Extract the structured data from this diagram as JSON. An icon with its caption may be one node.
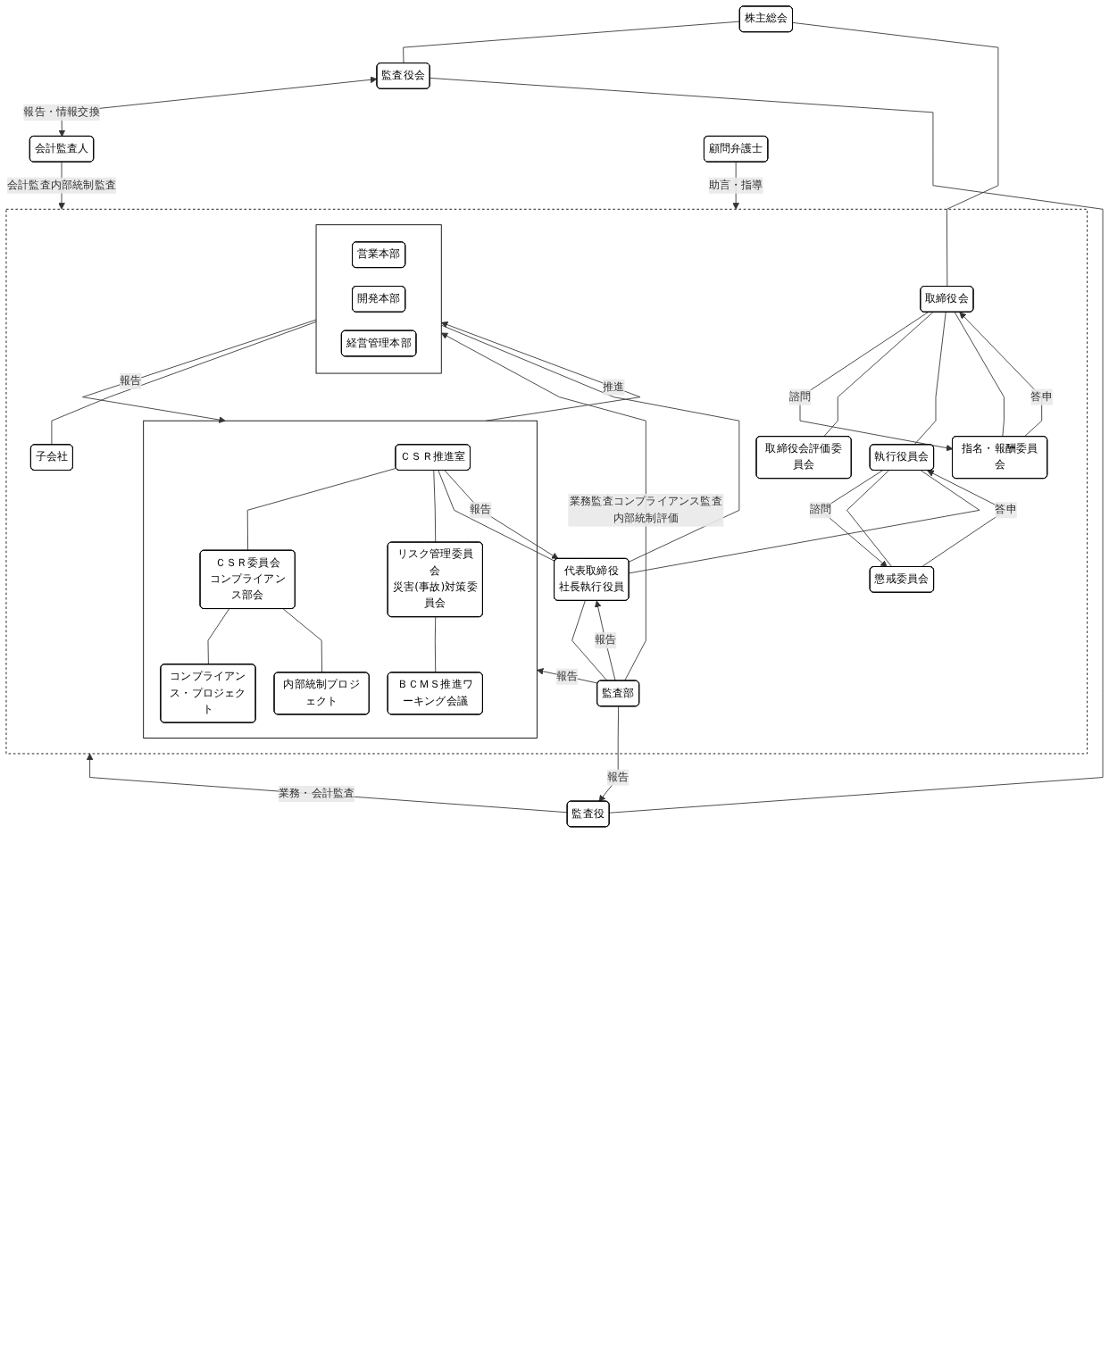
{
  "diagram": {
    "nodes": [
      {
        "text": [
          "株主総会"
        ]
      },
      {
        "text": [
          "監査役会"
        ]
      },
      {
        "text": [
          "会計監査人"
        ]
      },
      {
        "text": [
          "顧問弁護士"
        ]
      },
      {
        "text": [
          "監査役"
        ]
      },
      {
        "text": [],
        "shape": "box"
      },
      {
        "text": [
          "指名・報酬委員会"
        ],
        "in": 5
      },
      {
        "text": [
          "取締役会"
        ],
        "in": 5
      },
      {
        "text": [
          "取締役会評価委員会"
        ],
        "in": 5
      },
      {
        "text": [
          "執行役員会"
        ],
        "in": 5
      },
      {
        "text": [
          "懲戒委員会"
        ],
        "in": 5
      },
      {
        "text": [
          "代表取締役",
          "社長執行役員"
        ],
        "in": 5
      },
      {
        "text": [],
        "shape": "box",
        "in": 5
      },
      {
        "text": [
          "ＣＳＲ推進室"
        ],
        "in": 12
      },
      {
        "text": [
          "ＣＳＲ委員会",
          "コンプライアンス部会"
        ],
        "in": 12
      },
      {
        "text": [
          "リスク管理委員会",
          "災害(事故)対策委員会"
        ],
        "in": 12
      },
      {
        "text": [
          "コンプライアンス・プロジェクト"
        ],
        "in": 12
      },
      {
        "text": [
          "内部統制プロジェクト"
        ],
        "in": 12
      },
      {
        "text": [
          "ＢＣＭＳ推進ワーキング会議"
        ],
        "in": 12
      },
      {
        "text": [
          "監査部"
        ],
        "in": 5
      },
      {
        "text": [],
        "shape": "box",
        "in": 5
      },
      {
        "text": [
          "営業本部"
        ],
        "in": 20
      },
      {
        "text": [
          "開発本部"
        ],
        "in": 20
      },
      {
        "text": [
          "経営管理本部"
        ],
        "in": 20
      },
      {
        "text": [
          "子会社"
        ],
        "in": 5
      }
    ],
    "edges": [
      {
        "from": 0,
        "to": 1,
        "arrow": "none"
      },
      {
        "from": 1,
        "to": 2,
        "arrow": "both",
        "label": "報告・情報交換"
      },
      {
        "from": 1,
        "to": 4,
        "arrow": "none"
      },
      {
        "from": 4,
        "to": 5,
        "arrow": "to",
        "label": "業務・会計監査"
      },
      {
        "from": 2,
        "to": 5,
        "arrow": "to",
        "label": "会計監査内部統制監査"
      },
      {
        "from": 3,
        "to": 5,
        "arrow": "to",
        "label": "助言・指導"
      },
      {
        "from": 0,
        "to": 7,
        "arrow": "none"
      },
      {
        "from": 7,
        "to": 6,
        "arrow": "to",
        "label": "諮問"
      },
      {
        "from": 6,
        "to": 7,
        "arrow": "none"
      },
      {
        "from": 6,
        "to": 7,
        "arrow": "to",
        "label": "答申"
      },
      {
        "from": 7,
        "to": 8,
        "arrow": "none"
      },
      {
        "from": 7,
        "to": 9,
        "arrow": "none"
      },
      {
        "from": 9,
        "to": 10,
        "arrow": "to",
        "label": "諮問"
      },
      {
        "from": 9,
        "to": 10,
        "arrow": "none"
      },
      {
        "from": 10,
        "to": 9,
        "arrow": "to",
        "label": "答申"
      },
      {
        "from": 9,
        "to": 11,
        "arrow": "none"
      },
      {
        "from": 11,
        "to": 19,
        "arrow": "none"
      },
      {
        "from": 19,
        "to": 11,
        "arrow": "to",
        "label": "報告"
      },
      {
        "from": 19,
        "to": 4,
        "arrow": "to",
        "label": "報告"
      },
      {
        "from": 19,
        "to": 12,
        "arrow": "to",
        "label": "報告"
      },
      {
        "from": 13,
        "to": 14,
        "arrow": "none"
      },
      {
        "from": 13,
        "to": 15,
        "arrow": "none"
      },
      {
        "from": 14,
        "to": 16,
        "arrow": "none"
      },
      {
        "from": 14,
        "to": 17,
        "arrow": "none"
      },
      {
        "from": 15,
        "to": 18,
        "arrow": "none"
      },
      {
        "from": 13,
        "to": 11,
        "arrow": "none"
      },
      {
        "from": 13,
        "to": 11,
        "arrow": "to",
        "label": "報告"
      },
      {
        "from": 19,
        "to": 20,
        "arrow": "to",
        "label": "業務監査コンプライアンス監査内部統制評価"
      },
      {
        "from": 11,
        "to": 20,
        "arrow": "none"
      },
      {
        "from": 12,
        "to": 20,
        "arrow": "to",
        "label": "推進"
      },
      {
        "from": 20,
        "to": 12,
        "arrow": "to",
        "label": "報告"
      },
      {
        "from": 20,
        "to": 24,
        "arrow": "none"
      }
    ]
  }
}
